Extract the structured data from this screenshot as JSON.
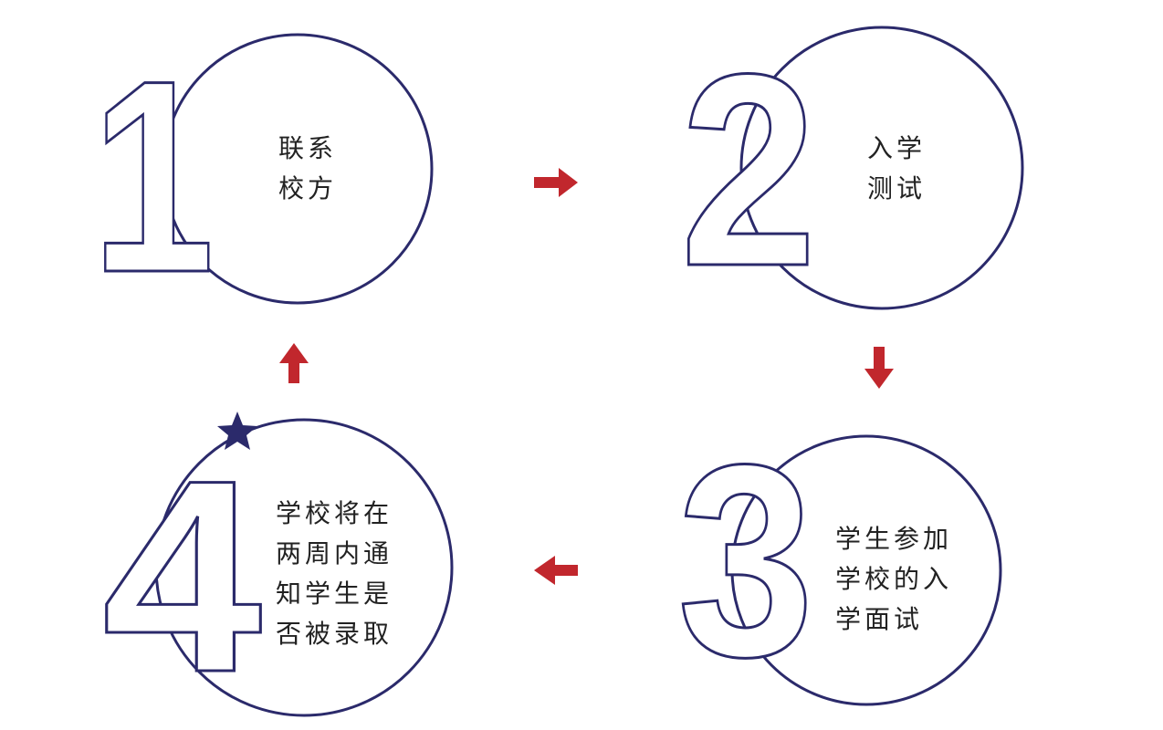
{
  "colors": {
    "outline": "#2b2a6b",
    "arrow": "#c1272d",
    "text": "#222222"
  },
  "steps": [
    {
      "number": "1",
      "lines": [
        "联系",
        "校方"
      ]
    },
    {
      "number": "2",
      "lines": [
        "入学",
        "测试"
      ]
    },
    {
      "number": "3",
      "lines": [
        "学生参加",
        "学校的入",
        "学面试"
      ]
    },
    {
      "number": "4",
      "lines": [
        "学校将在",
        "两周内通",
        "知学生是",
        "否被录取"
      ]
    }
  ],
  "icons": {
    "star": "star-icon",
    "arrows": [
      "arrow-right-icon",
      "arrow-down-icon",
      "arrow-left-icon",
      "arrow-up-icon"
    ]
  }
}
